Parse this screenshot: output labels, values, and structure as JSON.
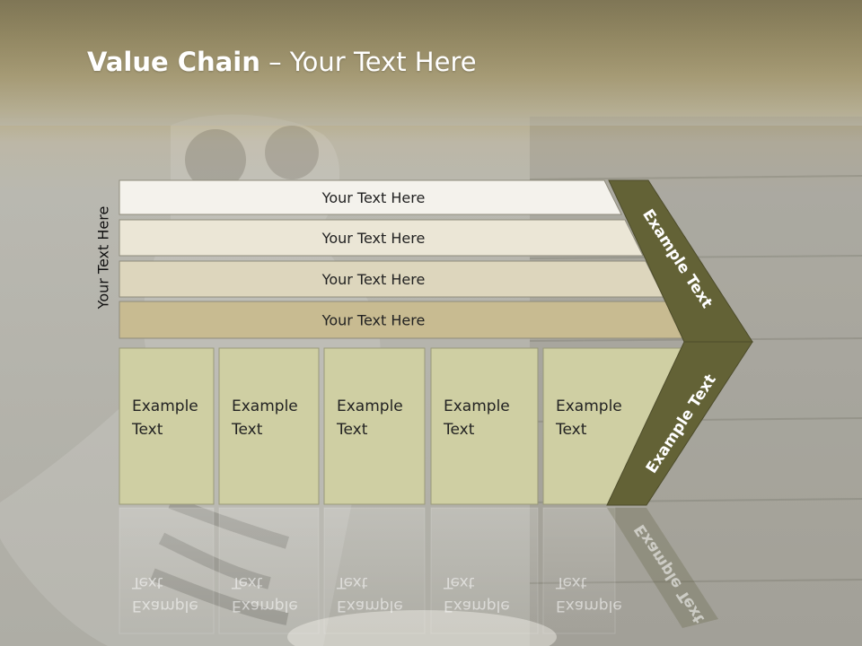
{
  "slide": {
    "title_bold": "Value Chain",
    "title_rest": " – Your Text Here",
    "vertical_label": "Your Text Here"
  },
  "bands": [
    {
      "label": "Your Text Here",
      "color": "#f4f2ec"
    },
    {
      "label": "Your Text Here",
      "color": "#ebe6d6"
    },
    {
      "label": "Your Text Here",
      "color": "#ddd6bd"
    },
    {
      "label": "Your Text Here",
      "color": "#c8bb91"
    }
  ],
  "boxes": [
    {
      "line1": "Example",
      "line2": "Text"
    },
    {
      "line1": "Example",
      "line2": "Text"
    },
    {
      "line1": "Example",
      "line2": "Text"
    },
    {
      "line1": "Example",
      "line2": "Text"
    },
    {
      "line1": "Example",
      "line2": "Text"
    }
  ],
  "chevron": {
    "upper_label": "Example Text",
    "lower_label": "Example Text",
    "color": "#636236"
  },
  "colors": {
    "box_fill": "#cfcfa3",
    "box_stroke": "#9a9a7a"
  }
}
